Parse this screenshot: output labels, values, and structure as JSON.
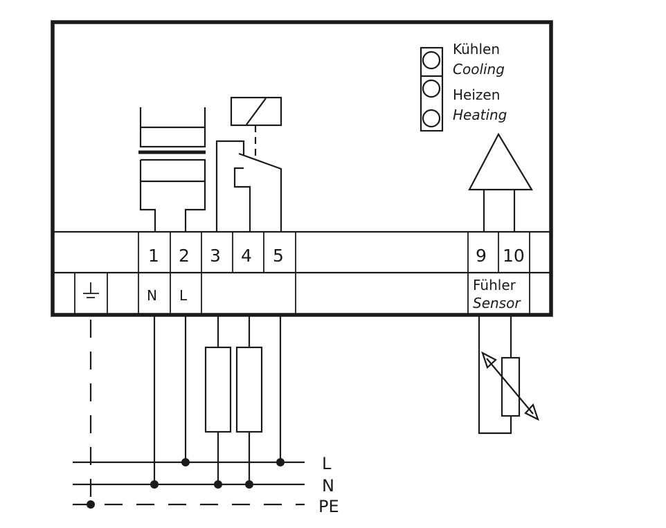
{
  "indicators": [
    {
      "label_de": "Kühlen",
      "label_en": "Cooling"
    },
    {
      "label_de": "Heizen",
      "label_en": "Heating"
    }
  ],
  "terminals": {
    "numbers": [
      "1",
      "2",
      "3",
      "4",
      "5",
      "9",
      "10"
    ],
    "function_labels": {
      "t1": "N",
      "t2": "L"
    },
    "sensor_label_de": "Fühler",
    "sensor_label_en": "Sensor"
  },
  "supply_lines": [
    "L",
    "N",
    "PE"
  ],
  "colors": {
    "line": "#1a1a1a",
    "background": "#ffffff"
  }
}
